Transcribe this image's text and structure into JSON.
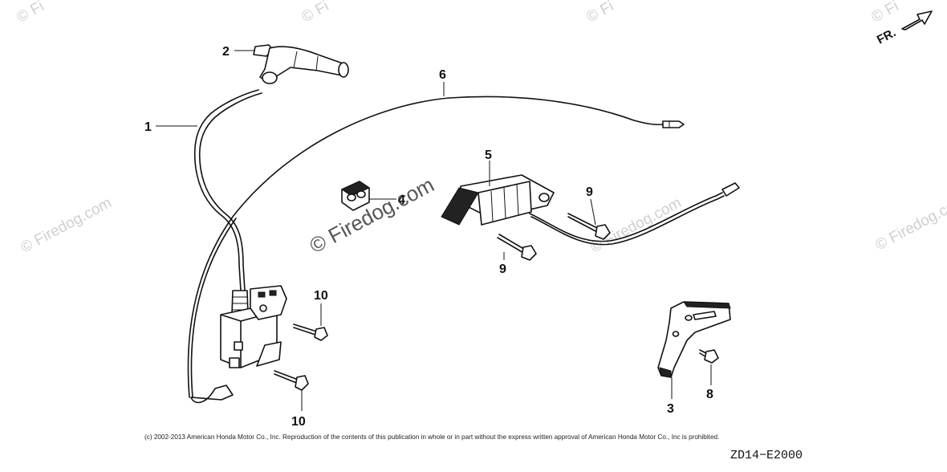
{
  "watermark": {
    "text": "© Firedog.com",
    "short": "© Fi"
  },
  "direction_label": "FR.",
  "callouts": [
    "1",
    "2",
    "3",
    "4",
    "5",
    "6",
    "8",
    "9",
    "9",
    "10",
    "10"
  ],
  "copyright": "(c) 2002-2013 American Honda Motor Co., Inc. Reproduction of the contents of this publication in whole or in part without the express written approval of American Honda Motor Co., Inc is prohibited.",
  "diagram_code": "ZD14−E2000"
}
